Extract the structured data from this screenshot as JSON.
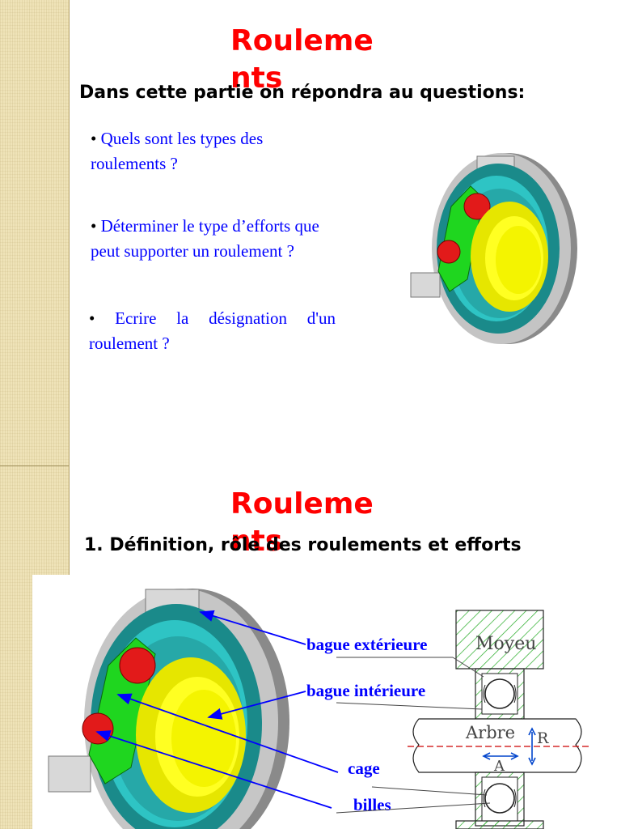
{
  "slide1": {
    "title": "Roulements",
    "subtitle": "Dans cette partie on répondra au questions:",
    "questions": [
      {
        "bullet": "•",
        "text": "Quels sont les types des roulements ?"
      },
      {
        "bullet": "•",
        "text": "Déterminer le type d’efforts que peut supporter un roulement ?"
      },
      {
        "bullet": "•",
        "text": "Ecrire la désignation d'un roulement ?"
      }
    ]
  },
  "slide2": {
    "title": "Roulements",
    "heading": "1. Définition, rôle des roulements et efforts",
    "labels": {
      "outer_ring": "bague extérieure",
      "inner_ring": "bague intérieure",
      "cage": "cage",
      "balls": "billes"
    },
    "diagram": {
      "hub": "Moyeu",
      "shaft": "Arbre",
      "radial": "R",
      "axial": "A"
    }
  },
  "colors": {
    "title": "#ff0000",
    "label": "#0000ff",
    "sidebar": "#efe3b8",
    "hatch": "#22aa22"
  }
}
